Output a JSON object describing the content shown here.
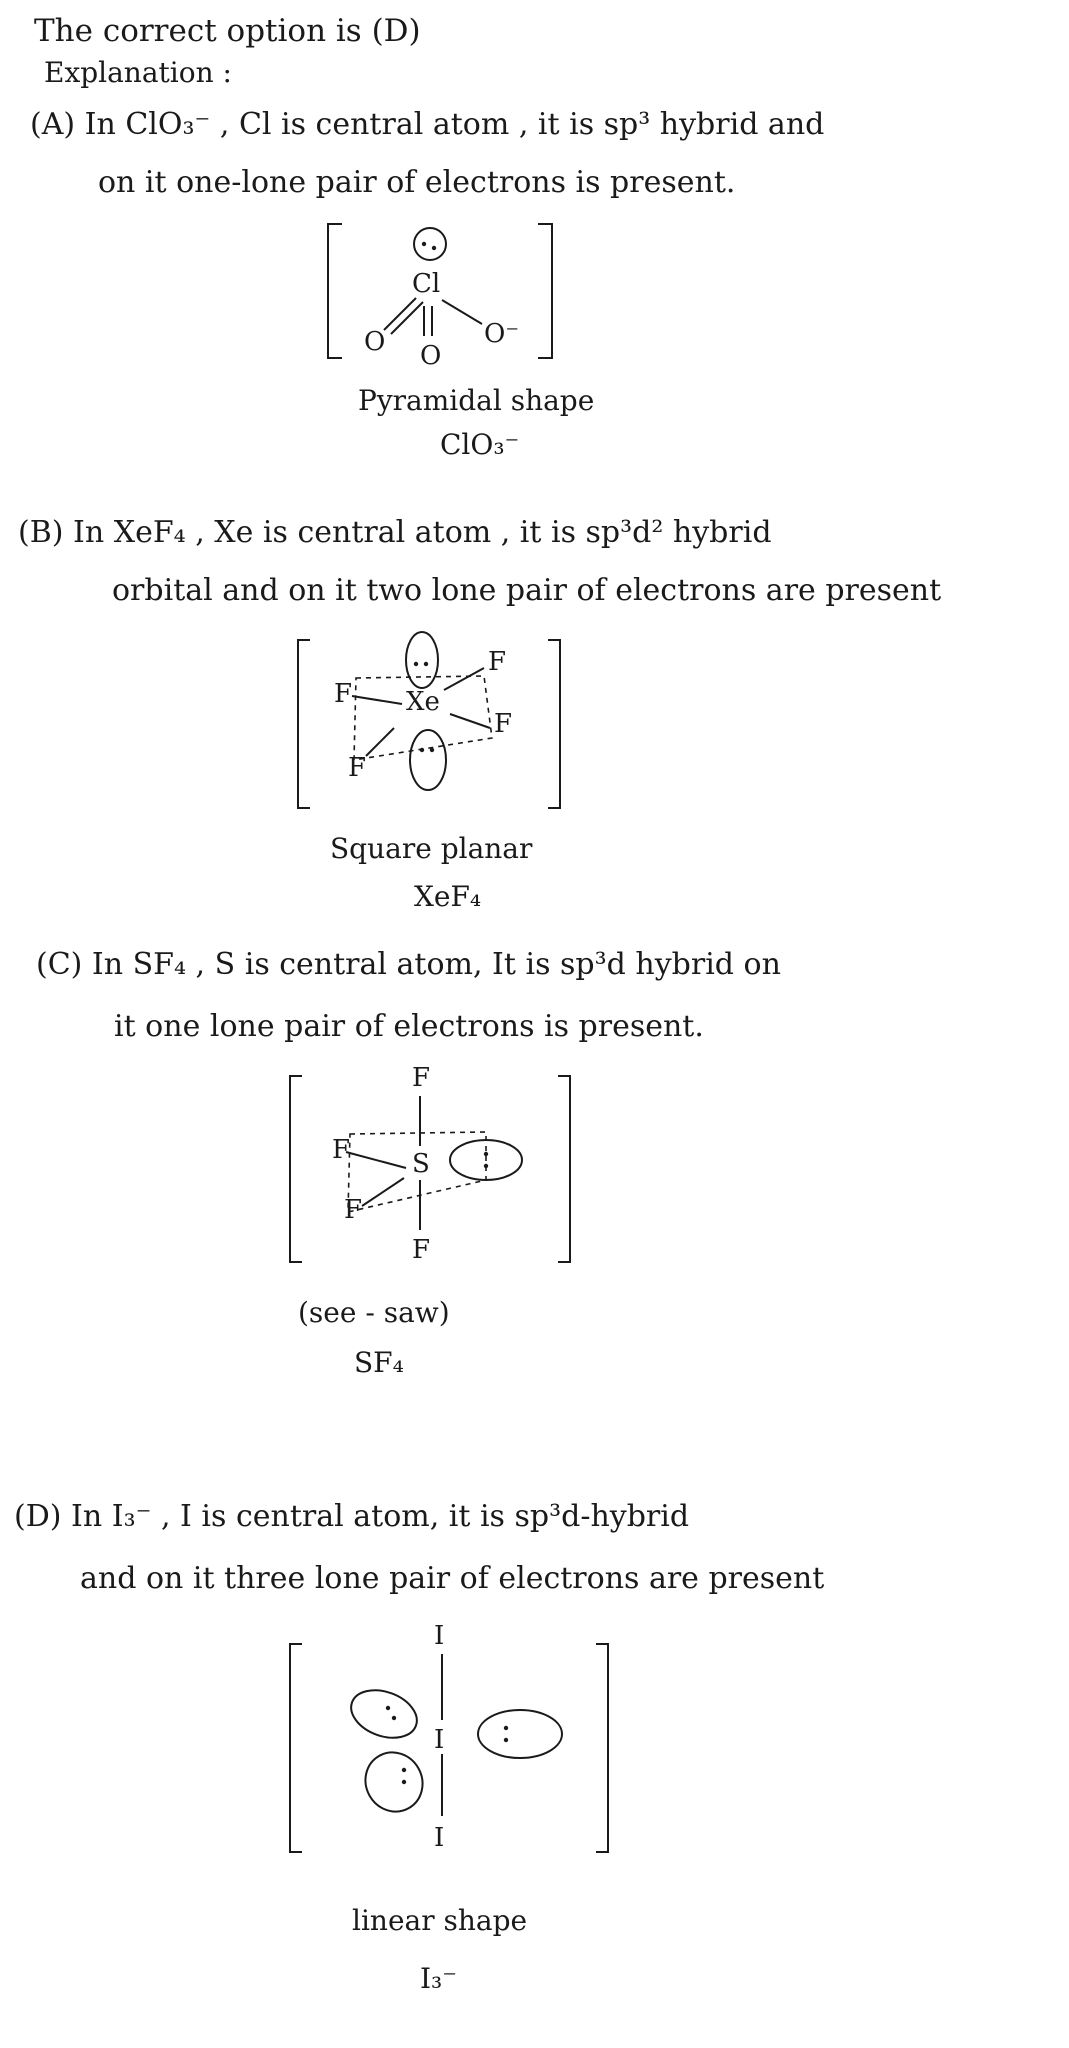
{
  "header": {
    "answer": "The correct option is (D)",
    "explanation_label": "Explanation :"
  },
  "sections": [
    {
      "marker": "(A)",
      "line1": "In ClO₃⁻ , Cl is central atom , it is sp³ hybrid and",
      "line2": "on it one-lone pair of electrons is present.",
      "shape_label": "Pyramidal shape",
      "formula_label": "ClO₃⁻",
      "atoms": {
        "central": "Cl",
        "left": "O",
        "bottom": "O",
        "right": "O⁻"
      }
    },
    {
      "marker": "(B)",
      "line1": "In XeF₄ , Xe is central atom , it is sp³d² hybrid",
      "line2": "orbital and on it two lone pair of electrons are present",
      "shape_label": "Square planar",
      "formula_label": "XeF₄",
      "atoms": {
        "central": "Xe",
        "left_top": "F",
        "left_bottom": "F",
        "right_top": "F",
        "right_bottom": "F"
      }
    },
    {
      "marker": "(C)",
      "line1": "In SF₄ , S is central atom, It is sp³d hybrid on",
      "line2": "it one lone pair of electrons is present.",
      "shape_label": "(see - saw)",
      "formula_label": "SF₄",
      "atoms": {
        "central": "S",
        "top": "F",
        "bottom": "F",
        "left_top": "F",
        "left_bottom": "F"
      }
    },
    {
      "marker": "(D)",
      "line1": "In I₃⁻ , I is central atom, it is sp³d-hybrid",
      "line2": "and on it three lone pair of electrons are present",
      "shape_label": "linear shape",
      "formula_label": "I₃⁻",
      "atoms": {
        "central": "I",
        "top": "I",
        "bottom": "I"
      }
    }
  ]
}
